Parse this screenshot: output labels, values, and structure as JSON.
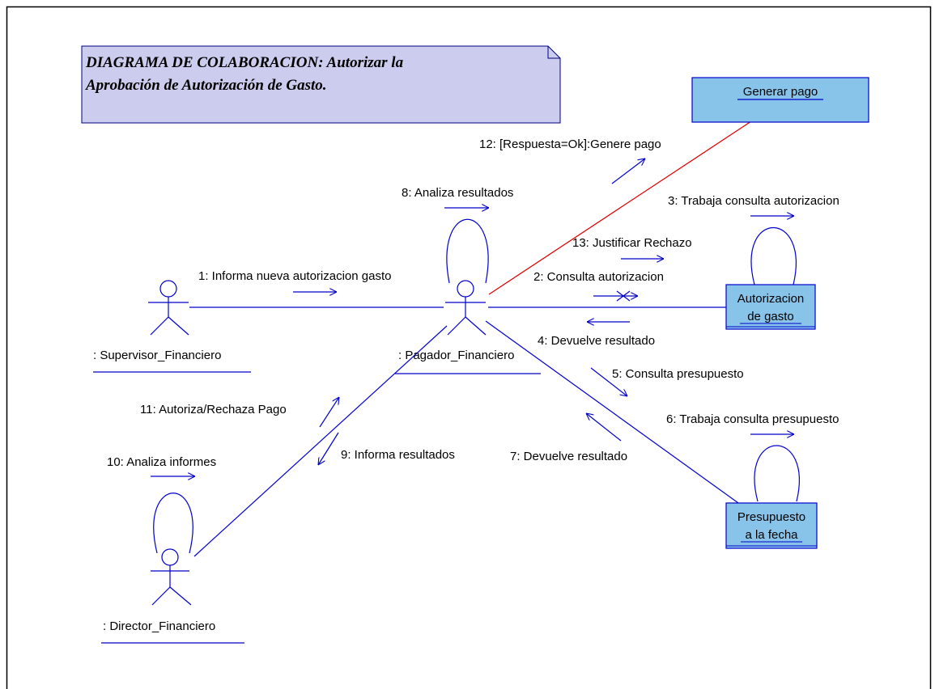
{
  "title": {
    "line1": "DIAGRAMA DE COLABORACION: Autorizar la",
    "line2": "Aprobación de Autorización de Gasto."
  },
  "actors": {
    "supervisor": ": Supervisor_Financiero",
    "pagador": ": Pagador_Financiero",
    "director": ": Director_Financiero"
  },
  "objects": {
    "generar_pago": "Generar pago",
    "autorizacion": [
      "Autorizacion",
      "de gasto"
    ],
    "presupuesto": [
      "Presupuesto",
      "a la fecha"
    ]
  },
  "messages": {
    "m1": "1: Informa nueva autorizacion gasto",
    "m2": "2: Consulta autorizacion",
    "m3": "3: Trabaja consulta autorizacion",
    "m4": "4: Devuelve resultado",
    "m5": "5: Consulta presupuesto",
    "m6": "6: Trabaja consulta presupuesto",
    "m7": "7: Devuelve resultado",
    "m8": "8: Analiza resultados",
    "m9": "9: Informa resultados",
    "m10": "10: Analiza informes",
    "m11": "11: Autoriza/Rechaza Pago",
    "m12": "12: [Respuesta=Ok]:Genere pago",
    "m13": "13: Justificar Rechazo"
  },
  "colors": {
    "link": "#0000cc",
    "highlight_link": "#e00000",
    "note_fill": "#ccccee",
    "object_fill": "#88c4ea",
    "text": "#000000"
  }
}
